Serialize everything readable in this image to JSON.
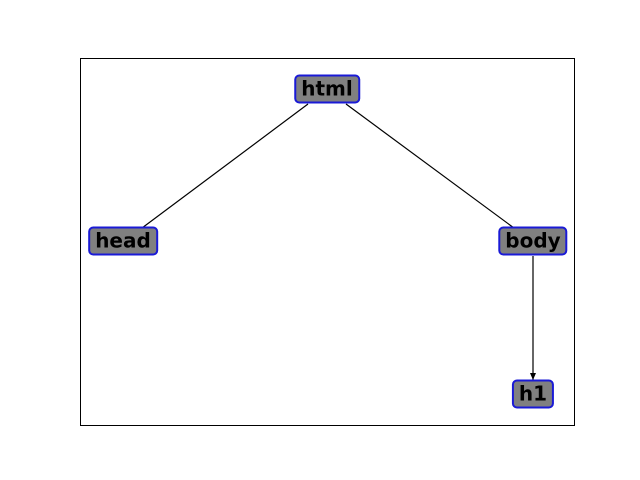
{
  "diagram": {
    "type": "tree",
    "node_fill": "#808080",
    "node_border": "#1a1ad6",
    "edge_color": "#000000",
    "nodes": [
      {
        "id": "html",
        "label": "html"
      },
      {
        "id": "head",
        "label": "head"
      },
      {
        "id": "body",
        "label": "body"
      },
      {
        "id": "h1",
        "label": "h1"
      }
    ],
    "edges": [
      {
        "from": "html",
        "to": "head",
        "arrow": false
      },
      {
        "from": "html",
        "to": "body",
        "arrow": false
      },
      {
        "from": "body",
        "to": "h1",
        "arrow": true
      }
    ]
  }
}
